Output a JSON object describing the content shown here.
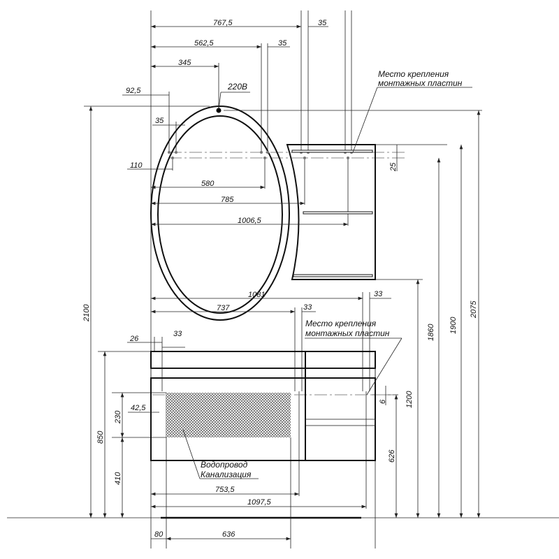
{
  "title": "Mirror and vanity unit installation drawing",
  "mirror": {
    "power_label": "220В",
    "dims": {
      "d767": "767,5",
      "d35a": "35",
      "d562": "562,5",
      "d35b": "35",
      "d345": "345",
      "d92": "92,5",
      "d35c": "35",
      "d110": "110",
      "d580": "580",
      "d785": "785",
      "d1006": "1006,5",
      "d25": "25"
    }
  },
  "cabinet_note": {
    "line1": "Место крепления",
    "line2": "монтажных пластин"
  },
  "vanity_note": {
    "line1": "Место крепления",
    "line2": "монтажных пластин"
  },
  "pipes_note": {
    "line1": "Водопровод",
    "line2": "Канализация"
  },
  "vanity": {
    "dims": {
      "d1081": "1081",
      "d33a": "33",
      "d737": "737",
      "d33b": "33",
      "d26": "26",
      "d33c": "33",
      "d42": "42,5",
      "d6": "6",
      "d753": "753,5",
      "d1097": "1097,5",
      "d80": "80",
      "d636": "636"
    }
  },
  "heights": {
    "h2100": "2100",
    "h850": "850",
    "h230": "230",
    "h410": "410",
    "h626": "626",
    "h1200": "1200",
    "h1860": "1860",
    "h1900": "1900",
    "h2075": "2075"
  }
}
